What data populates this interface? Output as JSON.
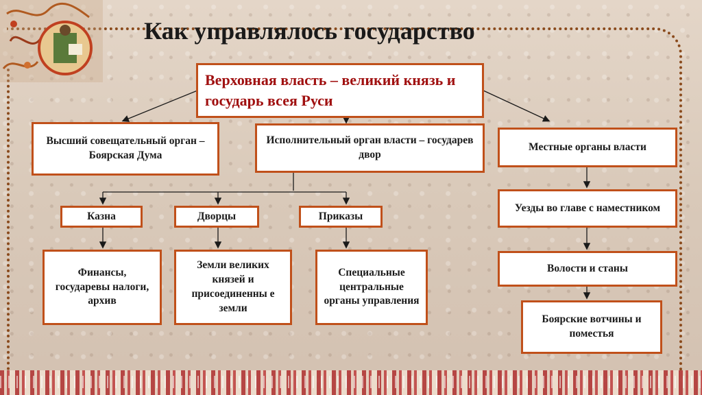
{
  "title": "Как управлялось государство",
  "boxes": {
    "supreme": "Верховная власть – великий князь и государь всея Руси",
    "duma": "Высший совещательный орган – Боярская Дума",
    "executive": "Исполнительный орган власти – государев двор",
    "local": "Местные органы власти",
    "kazna": "Казна",
    "dvortsy": "Дворцы",
    "prikazy": "Приказы",
    "finance": "Финансы, государевы налоги, архив",
    "lands": "Земли великих князей и присоединенны е земли",
    "special": "Специальные центральные органы управления",
    "uezdy": "Уезды во главе с наместником",
    "volosti": "Волости и станы",
    "votchiny": "Боярские вотчины и поместья"
  },
  "colors": {
    "box_border": "#c0501a",
    "supreme_text": "#a01010",
    "frame_dots": "#8a4a1c"
  },
  "icons": [
    "ornament-icon"
  ]
}
